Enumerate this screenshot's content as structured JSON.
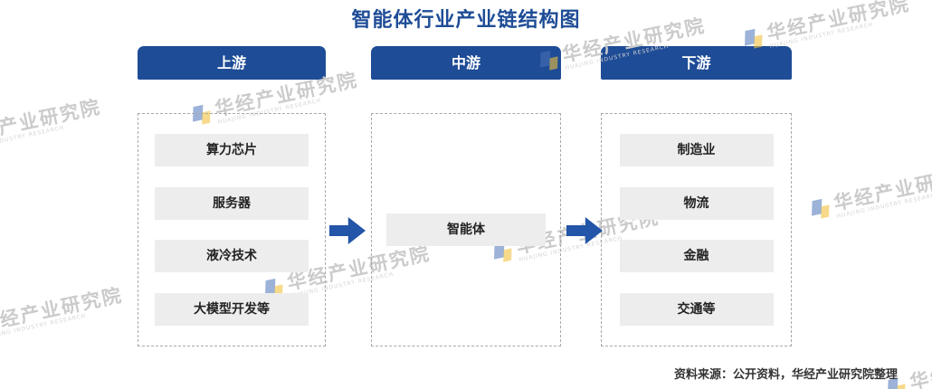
{
  "title": "智能体行业产业链结构图",
  "columns": [
    {
      "header": "上游",
      "items": [
        "算力芯片",
        "服务器",
        "液冷技术",
        "大模型开发等"
      ]
    },
    {
      "header": "中游",
      "items": [
        "智能体"
      ]
    },
    {
      "header": "下游",
      "items": [
        "制造业",
        "物流",
        "金融",
        "交通等"
      ]
    }
  ],
  "source": "资料来源：公开资料，华经产业研究院整理",
  "watermark": {
    "text": "华经产业研究院",
    "subtext": "HUAJING INDUSTRY RESEARCH"
  },
  "colors": {
    "primary": "#1E4C96",
    "arrow": "#2355A8",
    "box_bg": "#EDEDED"
  }
}
